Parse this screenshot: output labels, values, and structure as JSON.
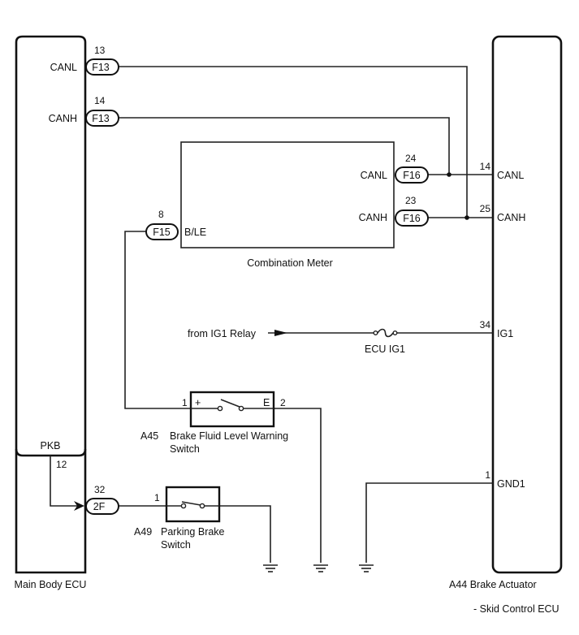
{
  "diagram": {
    "components": {
      "main_body_ecu": {
        "name": "Main Body ECU",
        "terminals": [
          "CANL",
          "CANH",
          "PKB"
        ]
      },
      "brake_actuator": {
        "name": "A44 Brake Actuator",
        "subtitle": "- Skid Control ECU",
        "terminals": [
          "CANL",
          "CANH",
          "IG1",
          "GND1"
        ]
      },
      "combination_meter": {
        "name": "Combination Meter",
        "terminals": [
          "CANL",
          "CANH",
          "B/LE"
        ]
      },
      "brake_fluid_switch": {
        "code": "A45",
        "name_line1": "Brake Fluid Level Warning",
        "name_line2": "Switch",
        "plus_label": "+",
        "e_label": "E",
        "pin_left": "1",
        "pin_right": "2"
      },
      "parking_brake_switch": {
        "code": "A49",
        "name_line1": "Parking Brake",
        "name_line2": "Switch",
        "pin_left": "1"
      }
    },
    "connectors": {
      "ecu_canl": {
        "plug": "F13",
        "pin": "13"
      },
      "ecu_canh": {
        "plug": "F13",
        "pin": "14"
      },
      "meter_canl": {
        "plug": "F16",
        "pin": "24"
      },
      "meter_canh": {
        "plug": "F16",
        "pin": "23"
      },
      "meter_ble": {
        "plug": "F15",
        "pin": "8"
      },
      "ecu_pkb_in": {
        "plug": "2F",
        "pin": "32"
      },
      "ecu_pkb_out": {
        "pin": "12"
      }
    },
    "actuator_pins": {
      "canl": "14",
      "canh": "25",
      "ig1": "34",
      "gnd1": "1"
    },
    "ig1_feed": {
      "source": "from IG1 Relay",
      "fuse": "ECU IG1"
    }
  }
}
